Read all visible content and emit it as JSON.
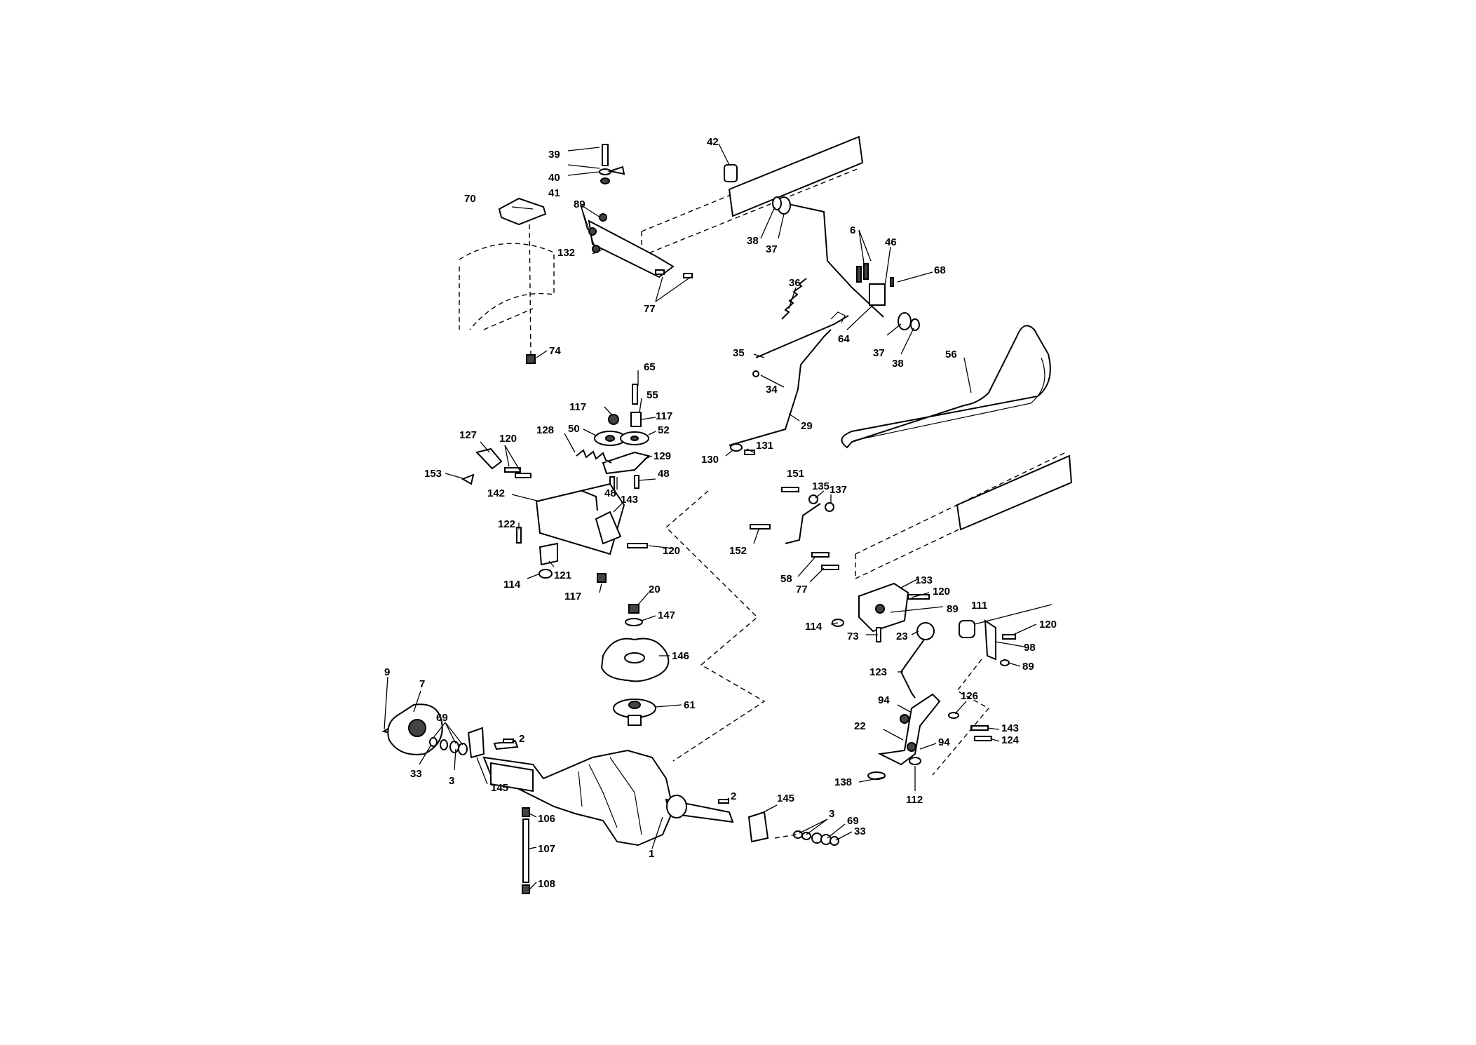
{
  "diagram": {
    "callouts": [
      {
        "id": "c39",
        "text": "39"
      },
      {
        "id": "c40",
        "text": "40"
      },
      {
        "id": "c41",
        "text": "41"
      },
      {
        "id": "c42",
        "text": "42"
      },
      {
        "id": "c70",
        "text": "70"
      },
      {
        "id": "c89a",
        "text": "89"
      },
      {
        "id": "c132",
        "text": "132"
      },
      {
        "id": "c77a",
        "text": "77"
      },
      {
        "id": "c38a",
        "text": "38"
      },
      {
        "id": "c37a",
        "text": "37"
      },
      {
        "id": "c6",
        "text": "6"
      },
      {
        "id": "c46",
        "text": "46"
      },
      {
        "id": "c68",
        "text": "68"
      },
      {
        "id": "c36",
        "text": "36"
      },
      {
        "id": "c64",
        "text": "64"
      },
      {
        "id": "c37b",
        "text": "37"
      },
      {
        "id": "c38b",
        "text": "38"
      },
      {
        "id": "c56",
        "text": "56"
      },
      {
        "id": "c35",
        "text": "35"
      },
      {
        "id": "c74",
        "text": "74"
      },
      {
        "id": "c34",
        "text": "34"
      },
      {
        "id": "c65",
        "text": "65"
      },
      {
        "id": "c55",
        "text": "55"
      },
      {
        "id": "c117a",
        "text": "117"
      },
      {
        "id": "c117b",
        "text": "117"
      },
      {
        "id": "c29",
        "text": "29"
      },
      {
        "id": "c50",
        "text": "50"
      },
      {
        "id": "c52",
        "text": "52"
      },
      {
        "id": "c127",
        "text": "127"
      },
      {
        "id": "c120a",
        "text": "120"
      },
      {
        "id": "c128",
        "text": "128"
      },
      {
        "id": "c131",
        "text": "131"
      },
      {
        "id": "c130",
        "text": "130"
      },
      {
        "id": "c129",
        "text": "129"
      },
      {
        "id": "c153",
        "text": "153"
      },
      {
        "id": "c48a",
        "text": "48"
      },
      {
        "id": "c142",
        "text": "142"
      },
      {
        "id": "c48b",
        "text": "48"
      },
      {
        "id": "c151",
        "text": "151"
      },
      {
        "id": "c143a",
        "text": "143"
      },
      {
        "id": "c135",
        "text": "135"
      },
      {
        "id": "c137",
        "text": "137"
      },
      {
        "id": "c122",
        "text": "122"
      },
      {
        "id": "c120b",
        "text": "120"
      },
      {
        "id": "c152",
        "text": "152"
      },
      {
        "id": "c121",
        "text": "121"
      },
      {
        "id": "c58",
        "text": "58"
      },
      {
        "id": "c114a",
        "text": "114"
      },
      {
        "id": "c133",
        "text": "133"
      },
      {
        "id": "c77b",
        "text": "77"
      },
      {
        "id": "c117c",
        "text": "117"
      },
      {
        "id": "c120c",
        "text": "120"
      },
      {
        "id": "c20",
        "text": "20"
      },
      {
        "id": "c89b",
        "text": "89"
      },
      {
        "id": "c111",
        "text": "111"
      },
      {
        "id": "c147",
        "text": "147"
      },
      {
        "id": "c114b",
        "text": "114"
      },
      {
        "id": "c120d",
        "text": "120"
      },
      {
        "id": "c73",
        "text": "73"
      },
      {
        "id": "c23",
        "text": "23"
      },
      {
        "id": "c98",
        "text": "98"
      },
      {
        "id": "c146",
        "text": "146"
      },
      {
        "id": "c89c",
        "text": "89"
      },
      {
        "id": "c123",
        "text": "123"
      },
      {
        "id": "c9",
        "text": "9"
      },
      {
        "id": "c7",
        "text": "7"
      },
      {
        "id": "c61",
        "text": "61"
      },
      {
        "id": "c94a",
        "text": "94"
      },
      {
        "id": "c126",
        "text": "126"
      },
      {
        "id": "c69a",
        "text": "69"
      },
      {
        "id": "c22",
        "text": "22"
      },
      {
        "id": "c143b",
        "text": "143"
      },
      {
        "id": "c124",
        "text": "124"
      },
      {
        "id": "c2a",
        "text": "2"
      },
      {
        "id": "c94b",
        "text": "94"
      },
      {
        "id": "c33a",
        "text": "33"
      },
      {
        "id": "c3a",
        "text": "3"
      },
      {
        "id": "c145a",
        "text": "145"
      },
      {
        "id": "c138",
        "text": "138"
      },
      {
        "id": "c112",
        "text": "112"
      },
      {
        "id": "c2b",
        "text": "2"
      },
      {
        "id": "c145b",
        "text": "145"
      },
      {
        "id": "c106",
        "text": "106"
      },
      {
        "id": "c3b",
        "text": "3"
      },
      {
        "id": "c69b",
        "text": "69"
      },
      {
        "id": "c33b",
        "text": "33"
      },
      {
        "id": "c107",
        "text": "107"
      },
      {
        "id": "c1",
        "text": "1"
      },
      {
        "id": "c108",
        "text": "108"
      }
    ]
  }
}
